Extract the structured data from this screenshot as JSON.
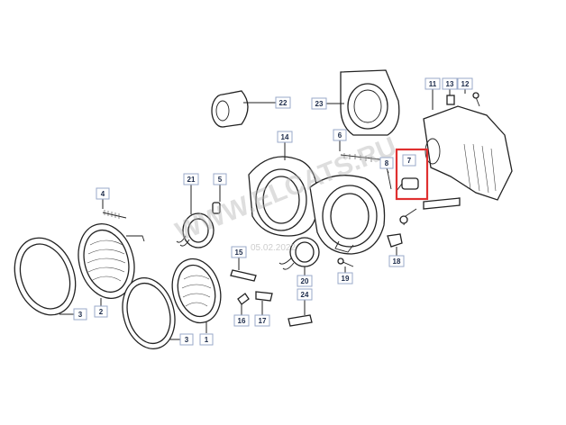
{
  "diagram": {
    "callouts": [
      {
        "id": "c1",
        "label": "1"
      },
      {
        "id": "c2",
        "label": "2"
      },
      {
        "id": "c3a",
        "label": "3"
      },
      {
        "id": "c3b",
        "label": "3"
      },
      {
        "id": "c4",
        "label": "4"
      },
      {
        "id": "c5",
        "label": "5"
      },
      {
        "id": "c6",
        "label": "6"
      },
      {
        "id": "c7",
        "label": "7"
      },
      {
        "id": "c8",
        "label": "8"
      },
      {
        "id": "c11",
        "label": "11"
      },
      {
        "id": "c12",
        "label": "12"
      },
      {
        "id": "c13",
        "label": "13"
      },
      {
        "id": "c14",
        "label": "14"
      },
      {
        "id": "c15",
        "label": "15"
      },
      {
        "id": "c16",
        "label": "16"
      },
      {
        "id": "c17",
        "label": "17"
      },
      {
        "id": "c18",
        "label": "18"
      },
      {
        "id": "c19",
        "label": "19"
      },
      {
        "id": "c20",
        "label": "20"
      },
      {
        "id": "c21",
        "label": "21"
      },
      {
        "id": "c22",
        "label": "22"
      },
      {
        "id": "c23",
        "label": "23"
      },
      {
        "id": "c24",
        "label": "24"
      }
    ],
    "selected_part": "7",
    "highlight_color": "#e03030",
    "watermark": "WWW.ELCATS.RU",
    "watermark_date": "05.02.2022"
  }
}
